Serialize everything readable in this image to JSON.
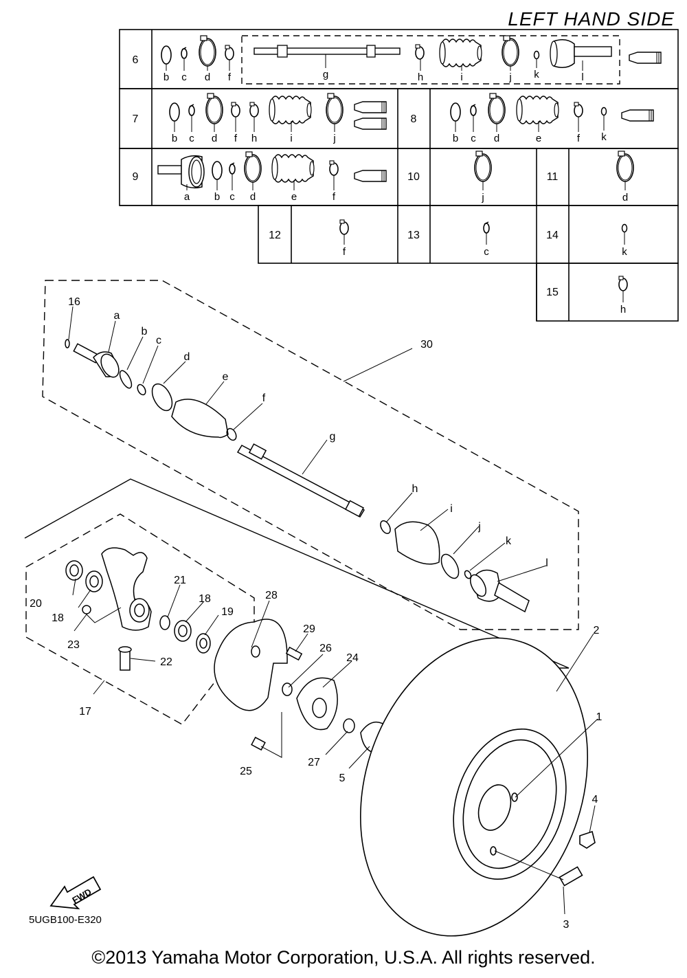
{
  "header": {
    "title": "LEFT HAND SIDE"
  },
  "diagram_code": "5UGB100-E320",
  "copyright": "©2013 Yamaha Motor Corporation, U.S.A. All rights reserved.",
  "fwd_label": "FWD",
  "kit_table": {
    "rows": [
      {
        "number": "6",
        "letters": [
          "b",
          "c",
          "d",
          "f",
          "g",
          "h",
          "i",
          "j",
          "k",
          "l"
        ]
      },
      {
        "number": "7",
        "letters": [
          "b",
          "c",
          "d",
          "f",
          "h",
          "i",
          "j"
        ]
      },
      {
        "number": "8",
        "letters": [
          "b",
          "c",
          "d",
          "e",
          "f",
          "k"
        ]
      },
      {
        "number": "9",
        "letters": [
          "a",
          "b",
          "c",
          "d",
          "e",
          "f"
        ]
      },
      {
        "number": "10",
        "letters": [
          "j"
        ]
      },
      {
        "number": "11",
        "letters": [
          "d"
        ]
      },
      {
        "number": "12",
        "letters": [
          "f"
        ]
      },
      {
        "number": "13",
        "letters": [
          "c"
        ]
      },
      {
        "number": "14",
        "letters": [
          "k"
        ]
      },
      {
        "number": "15",
        "letters": [
          "h"
        ]
      }
    ]
  },
  "callouts": {
    "letters": [
      "a",
      "b",
      "c",
      "d",
      "e",
      "f",
      "g",
      "h",
      "i",
      "j",
      "k",
      "l"
    ],
    "numbers": [
      "1",
      "2",
      "3",
      "4",
      "5",
      "16",
      "17",
      "18",
      "18",
      "19",
      "20",
      "21",
      "22",
      "23",
      "24",
      "25",
      "26",
      "27",
      "28",
      "29",
      "30"
    ]
  }
}
